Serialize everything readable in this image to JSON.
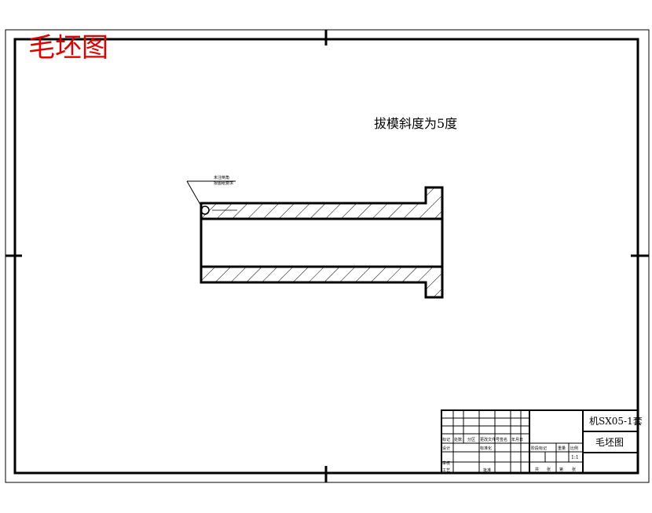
{
  "page_title": "毛坯图",
  "draft_note": "拔模斜度为5度",
  "leader_note": {
    "line1": "未注倒角",
    "line2": "按图纸要求"
  },
  "title_block": {
    "drawing_number": "机SX05-1套",
    "drawing_name": "毛坯图",
    "scale": "1:1",
    "left_labels": [
      "标记",
      "处数",
      "分区",
      "更改文件号",
      "签名",
      "年月日"
    ],
    "left_labels2": [
      "设计",
      "标准化",
      "审核",
      "工艺",
      "批准"
    ],
    "mid_labels": [
      "阶段标记",
      "重量",
      "比例"
    ],
    "sheet_labels": [
      "共",
      "张",
      "第",
      "张"
    ]
  },
  "colors": {
    "line": "#000000",
    "stamp": "#e00000",
    "hatch": "#000000"
  }
}
